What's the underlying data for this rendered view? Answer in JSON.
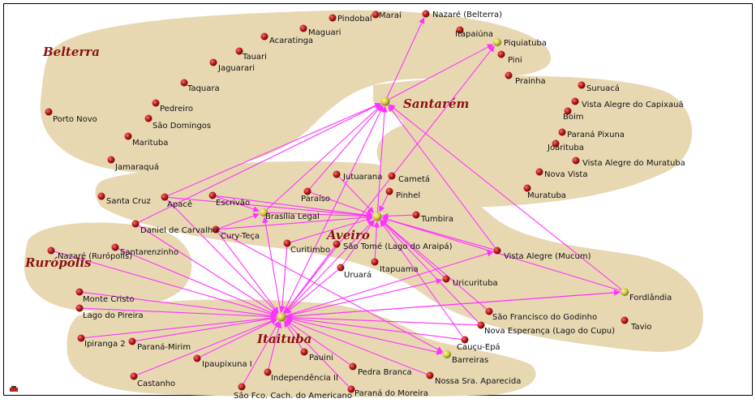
{
  "regions": [
    {
      "id": "belterra",
      "label": "Belterra"
    },
    {
      "id": "santarem",
      "label": "Santarém"
    },
    {
      "id": "aveiro",
      "label": "Aveiro"
    },
    {
      "id": "ruropolis",
      "label": "Rurópolis"
    },
    {
      "id": "itaituba",
      "label": "Itaituba"
    }
  ],
  "hub_nodes": [
    {
      "id": "santarem",
      "label": "Santarém"
    },
    {
      "id": "aveiro",
      "label": "Aveiro"
    },
    {
      "id": "itaituba",
      "label": "Itaituba"
    },
    {
      "id": "piquiatuba",
      "label": "Piquiatuba"
    },
    {
      "id": "brasilia_legal",
      "label": "Brasília Legal"
    },
    {
      "id": "fordlandia",
      "label": "Fordlândia"
    },
    {
      "id": "barreiras",
      "label": "Barreiras"
    }
  ],
  "nodes": [
    {
      "id": "nazare_belterra",
      "label": "Nazaré (Belterra)"
    },
    {
      "id": "itapaiuna",
      "label": "Itapaiúna"
    },
    {
      "id": "pini",
      "label": "Pini"
    },
    {
      "id": "prainha",
      "label": "Prainha"
    },
    {
      "id": "pindobal",
      "label": "Pindobal"
    },
    {
      "id": "marai",
      "label": "Maraí"
    },
    {
      "id": "maguari",
      "label": "Maguari"
    },
    {
      "id": "acaratinga",
      "label": "Acaratinga"
    },
    {
      "id": "tauari",
      "label": "Tauari"
    },
    {
      "id": "jaguarari",
      "label": "Jaguarari"
    },
    {
      "id": "taquara",
      "label": "Taquara"
    },
    {
      "id": "pedreiro",
      "label": "Pedreiro"
    },
    {
      "id": "sao_domingos",
      "label": "São Domingos"
    },
    {
      "id": "porto_novo",
      "label": "Porto Novo"
    },
    {
      "id": "marituba",
      "label": "Marituba"
    },
    {
      "id": "jamaraqua",
      "label": "Jamaraquá"
    },
    {
      "id": "suruaca",
      "label": "Suruacá"
    },
    {
      "id": "vista_alegre_capixaua",
      "label": "Vista Alegre do Capixauã"
    },
    {
      "id": "boim",
      "label": "Boim"
    },
    {
      "id": "parana_pixuna",
      "label": "Paraná Pixuna"
    },
    {
      "id": "joarituba",
      "label": "Joarituba"
    },
    {
      "id": "vista_alegre_muratuba",
      "label": "Vista Alegre do Muratuba"
    },
    {
      "id": "nova_vista",
      "label": "Nova Vista"
    },
    {
      "id": "muratuba",
      "label": "Muratuba"
    },
    {
      "id": "santa_cruz",
      "label": "Santa Cruz"
    },
    {
      "id": "apace",
      "label": "Apacê"
    },
    {
      "id": "escrivao",
      "label": "Escrivão"
    },
    {
      "id": "paraiso",
      "label": "Paraíso"
    },
    {
      "id": "jutuarana",
      "label": "Jutuarana"
    },
    {
      "id": "cameta",
      "label": "Cametá"
    },
    {
      "id": "pinhel",
      "label": "Pinhel"
    },
    {
      "id": "tumbira",
      "label": "Tumbira"
    },
    {
      "id": "daniel_carvalho",
      "label": "Daniel de Carvalho"
    },
    {
      "id": "cury_teca",
      "label": "Cury-Teça"
    },
    {
      "id": "curitimbo",
      "label": "Curitimbo"
    },
    {
      "id": "sao_tome",
      "label": "São Tomé (Lago do Araipá)"
    },
    {
      "id": "itapuama",
      "label": "Itapuama"
    },
    {
      "id": "uruara",
      "label": "Uruará"
    },
    {
      "id": "vista_alegre_mucum",
      "label": "Vista Alegre (Mucum)"
    },
    {
      "id": "uricurituba",
      "label": "Uricurituba"
    },
    {
      "id": "santarenzinho",
      "label": "Santarenzinho"
    },
    {
      "id": "nazare_ruropolis",
      "label": "Nazaré (Rurópolis)"
    },
    {
      "id": "monte_cristo",
      "label": "Monte Cristo"
    },
    {
      "id": "lago_pireira",
      "label": "Lago do Pireira"
    },
    {
      "id": "sao_francisco",
      "label": "São Francisco do Godinho"
    },
    {
      "id": "nova_esperanca",
      "label": "Nova Esperança (Lago do Cupu)"
    },
    {
      "id": "tavio",
      "label": "Tavio"
    },
    {
      "id": "caucu_epa",
      "label": "Cauçu-Epá"
    },
    {
      "id": "ipiranga2",
      "label": "Ipiranga 2"
    },
    {
      "id": "parana_mirim",
      "label": "Paraná-Mirim"
    },
    {
      "id": "ipaupixuna",
      "label": "Ipaupixuna I"
    },
    {
      "id": "castanho",
      "label": "Castanho"
    },
    {
      "id": "pauini",
      "label": "Pauini"
    },
    {
      "id": "independencia",
      "label": "Independência II"
    },
    {
      "id": "pedra_branca",
      "label": "Pedra Branca"
    },
    {
      "id": "nossa_sra",
      "label": "Nossa Sra. Aparecida"
    },
    {
      "id": "sao_fco",
      "label": "São Fco. Cach. do Americano"
    },
    {
      "id": "parana_moreira",
      "label": "Paraná do Moreira"
    }
  ],
  "edges": [
    [
      "itaituba",
      "santarem"
    ],
    [
      "itaituba",
      "aveiro"
    ],
    [
      "itaituba",
      "fordlandia"
    ],
    [
      "itaituba",
      "barreiras"
    ],
    [
      "itaituba",
      "vista_alegre_mucum"
    ],
    [
      "itaituba",
      "uricurituba"
    ],
    [
      "itaituba",
      "brasilia_legal"
    ],
    [
      "santarem",
      "nazare_belterra"
    ],
    [
      "santarem",
      "piquiatuba"
    ],
    [
      "itaituba",
      "piquiatuba"
    ],
    [
      "aveiro",
      "santarem"
    ],
    [
      "fordlandia",
      "santarem"
    ],
    [
      "vista_alegre_mucum",
      "santarem"
    ],
    [
      "paraiso",
      "santarem"
    ],
    [
      "brasilia_legal",
      "santarem"
    ],
    [
      "apace",
      "santarem"
    ],
    [
      "daniel_carvalho",
      "santarem"
    ],
    [
      "escrivao",
      "aveiro"
    ],
    [
      "apace",
      "aveiro"
    ],
    [
      "cury_teca",
      "aveiro"
    ],
    [
      "paraiso",
      "aveiro"
    ],
    [
      "jutuarana",
      "aveiro"
    ],
    [
      "pinhel",
      "aveiro"
    ],
    [
      "tumbira",
      "aveiro"
    ],
    [
      "curitimbo",
      "aveiro"
    ],
    [
      "uruara",
      "aveiro"
    ],
    [
      "itapuama",
      "aveiro"
    ],
    [
      "vista_alegre_mucum",
      "aveiro"
    ],
    [
      "uricurituba",
      "aveiro"
    ],
    [
      "nova_esperanca",
      "aveiro"
    ],
    [
      "sao_francisco",
      "aveiro"
    ],
    [
      "fordlandia",
      "aveiro"
    ],
    [
      "caucu_epa",
      "aveiro"
    ],
    [
      "brasilia_legal",
      "aveiro"
    ],
    [
      "cury_teca",
      "brasilia_legal"
    ],
    [
      "escrivao",
      "brasilia_legal"
    ],
    [
      "cury_teca",
      "barreiras"
    ],
    [
      "nova_esperanca",
      "itaituba"
    ],
    [
      "fordlandia",
      "itaituba"
    ],
    [
      "santarenzinho",
      "itaituba"
    ],
    [
      "nazare_ruropolis",
      "itaituba"
    ],
    [
      "monte_cristo",
      "itaituba"
    ],
    [
      "lago_pireira",
      "itaituba"
    ],
    [
      "ipiranga2",
      "itaituba"
    ],
    [
      "parana_mirim",
      "itaituba"
    ],
    [
      "ipaupixuna",
      "itaituba"
    ],
    [
      "castanho",
      "itaituba"
    ],
    [
      "pauini",
      "itaituba"
    ],
    [
      "independencia",
      "itaituba"
    ],
    [
      "pedra_branca",
      "itaituba"
    ],
    [
      "nossa_sra",
      "itaituba"
    ],
    [
      "sao_fco",
      "itaituba"
    ],
    [
      "parana_moreira",
      "itaituba"
    ],
    [
      "caucu_epa",
      "itaituba"
    ],
    [
      "daniel_carvalho",
      "itaituba"
    ],
    [
      "cury_teca",
      "itaituba"
    ],
    [
      "apace",
      "itaituba"
    ],
    [
      "sao_tome",
      "itaituba"
    ],
    [
      "uruara",
      "itaituba"
    ],
    [
      "curitimbo",
      "itaituba"
    ]
  ],
  "colors": {
    "region_fill": "#e8d8b2",
    "edge": "#ff33ff",
    "node": "#b01515",
    "hub": "#c8c23a",
    "label": "#111111",
    "region_label": "#8b1212"
  },
  "corner_icon": "mini-logo-icon"
}
